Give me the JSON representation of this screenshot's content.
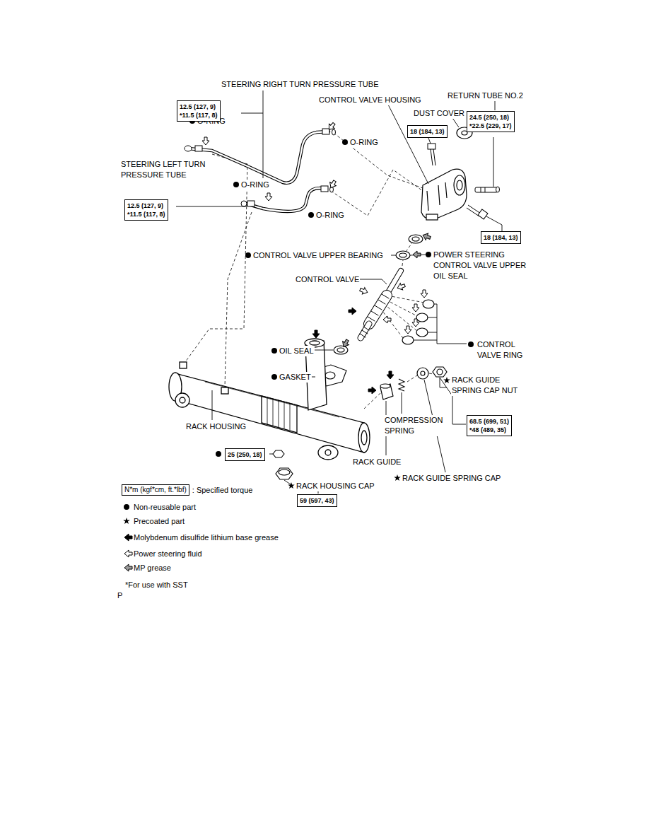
{
  "diagram": {
    "nodes": [
      {
        "text": [
          "12.5 (127, 9)",
          "*11.5 (117, 8)"
        ]
      },
      {
        "text": [
          "18 (184, 13)"
        ]
      },
      {
        "text": [
          "24.5 (250, 18)",
          "*22.5 (229, 17)"
        ]
      },
      {
        "text": [
          "12.5 (127, 9)",
          "*11.5 (117, 8)"
        ]
      },
      {
        "text": [
          "18 (184, 13)"
        ]
      },
      {
        "text": [
          "68.5 (699, 51)",
          "*48 (489, 35)"
        ]
      },
      {
        "text": [
          "25 (250, 18)"
        ]
      },
      {
        "text": [
          "59 (597, 43)"
        ]
      },
      {
        "text": [
          "N*m (kgf*cm, ft.*lbf)",
          ": Specified torque"
        ]
      }
    ],
    "labels": [
      "STEERING RIGHT TURN PRESSURE TUBE",
      "CONTROL VALVE HOUSING",
      "RETURN TUBE NO.2",
      "DUST COVER",
      "O-RING",
      "O-RING",
      "STEERING LEFT TURN PRESSURE TUBE",
      "O-RING",
      "O-RING",
      "CONTROL VALVE UPPER BEARING",
      "POWER STEERING CONTROL VALVE UPPER OIL SEAL",
      "CONTROL VALVE",
      "CONTROL VALVE RING",
      "OIL SEAL",
      "GASKET",
      "RACK GUIDE SPRING CAP NUT",
      "COMPRESSION SPRING",
      "RACK HOUSING",
      "RACK GUIDE",
      "RACK GUIDE SPRING CAP",
      "RACK HOUSING CAP",
      "*For use with SST",
      "P"
    ],
    "legend": [
      {
        "text": "Non-reusable part"
      },
      {
        "text": "Precoated part"
      },
      {
        "text": "Molybdenum disulfide lithium base grease"
      },
      {
        "text": "Power steering fluid"
      },
      {
        "text": "MP grease"
      }
    ]
  }
}
